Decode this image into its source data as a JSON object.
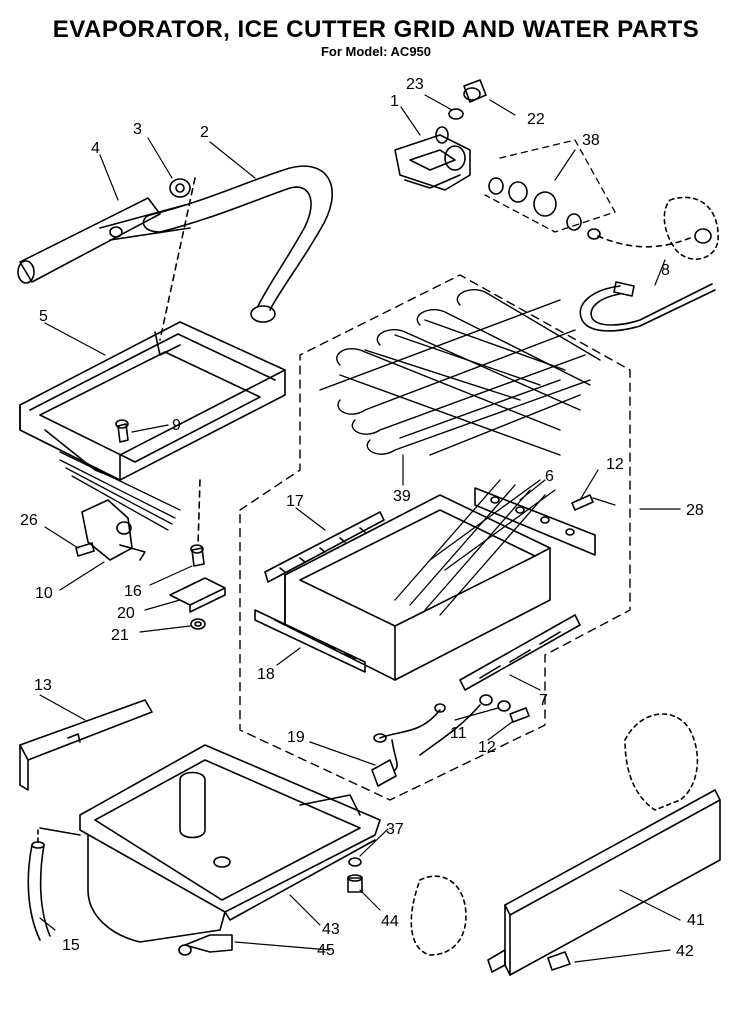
{
  "title": "EVAPORATOR, ICE CUTTER GRID AND WATER PARTS",
  "subtitle": "For Model: AC950",
  "callouts": [
    "1",
    "2",
    "3",
    "4",
    "5",
    "6",
    "7",
    "8",
    "9",
    "10",
    "11",
    "12",
    "12",
    "12",
    "13",
    "15",
    "16",
    "17",
    "18",
    "19",
    "20",
    "21",
    "22",
    "23",
    "26",
    "28",
    "37",
    "38",
    "39",
    "41",
    "42",
    "43",
    "44",
    "45"
  ]
}
